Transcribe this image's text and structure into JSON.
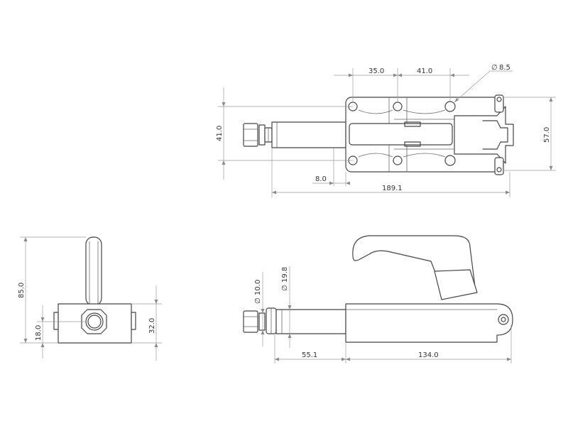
{
  "drawing": {
    "top_view": {
      "width_a": "35.0",
      "width_b": "41.0",
      "hole_dia": "8.5",
      "height_left": "41.0",
      "height_right": "57.0",
      "offset": "8.0",
      "overall_length": "189.1"
    },
    "end_view": {
      "total_height": "85.0",
      "center_height": "18.0",
      "body_height": "32.0"
    },
    "side_view": {
      "plunger_dia": "10.0",
      "tube_dia": "19.8",
      "stroke": "55.1",
      "body_length": "134.0"
    },
    "dia_symbol": "∅"
  }
}
